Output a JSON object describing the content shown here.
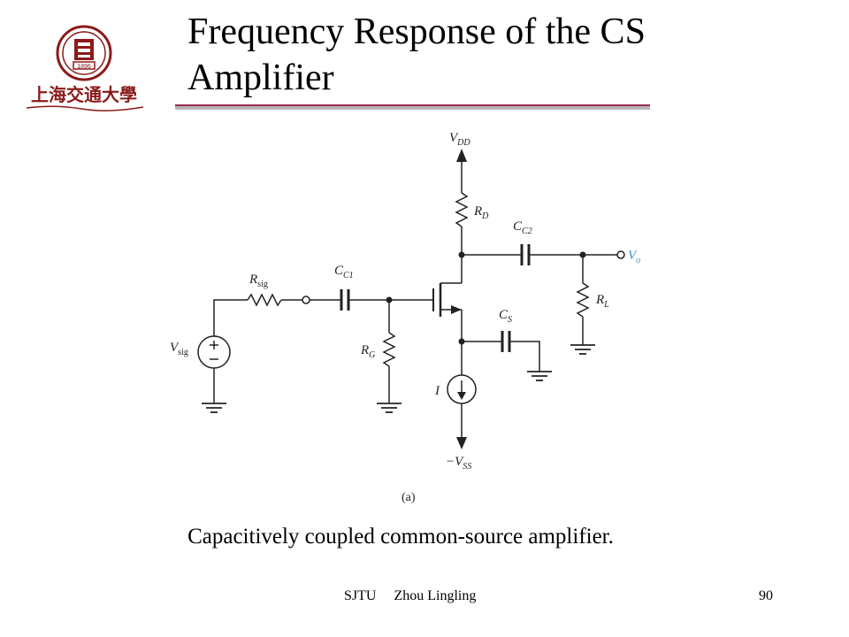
{
  "slide": {
    "title_line1": "Frequency Response of the CS",
    "title_line2": "Amplifier",
    "caption": "Capacitively coupled common-source amplifier.",
    "footer_left": "SJTU     Zhou Lingling",
    "page_number": "90",
    "figure_label": "(a)"
  },
  "logo": {
    "text": "上海交通大學",
    "year": "1896",
    "color": "#8b1a1a"
  },
  "circuit": {
    "labels": {
      "vdd": {
        "main": "V",
        "sub": "DD"
      },
      "rd": {
        "main": "R",
        "sub": "D"
      },
      "cc2": {
        "main": "C",
        "sub": "C2"
      },
      "vo": {
        "main": "V",
        "sub": "o"
      },
      "rsig": {
        "main": "R",
        "sub": "sig"
      },
      "cc1": {
        "main": "C",
        "sub": "C1"
      },
      "cs": {
        "main": "C",
        "sub": "S"
      },
      "rl": {
        "main": "R",
        "sub": "L"
      },
      "vsig": {
        "main": "V",
        "sub": "sig"
      },
      "rg": {
        "main": "R",
        "sub": "G"
      },
      "i": {
        "main": "I"
      },
      "vss": {
        "main": "−V",
        "sub": "SS"
      }
    },
    "vo_color": "#3a8fd0"
  }
}
